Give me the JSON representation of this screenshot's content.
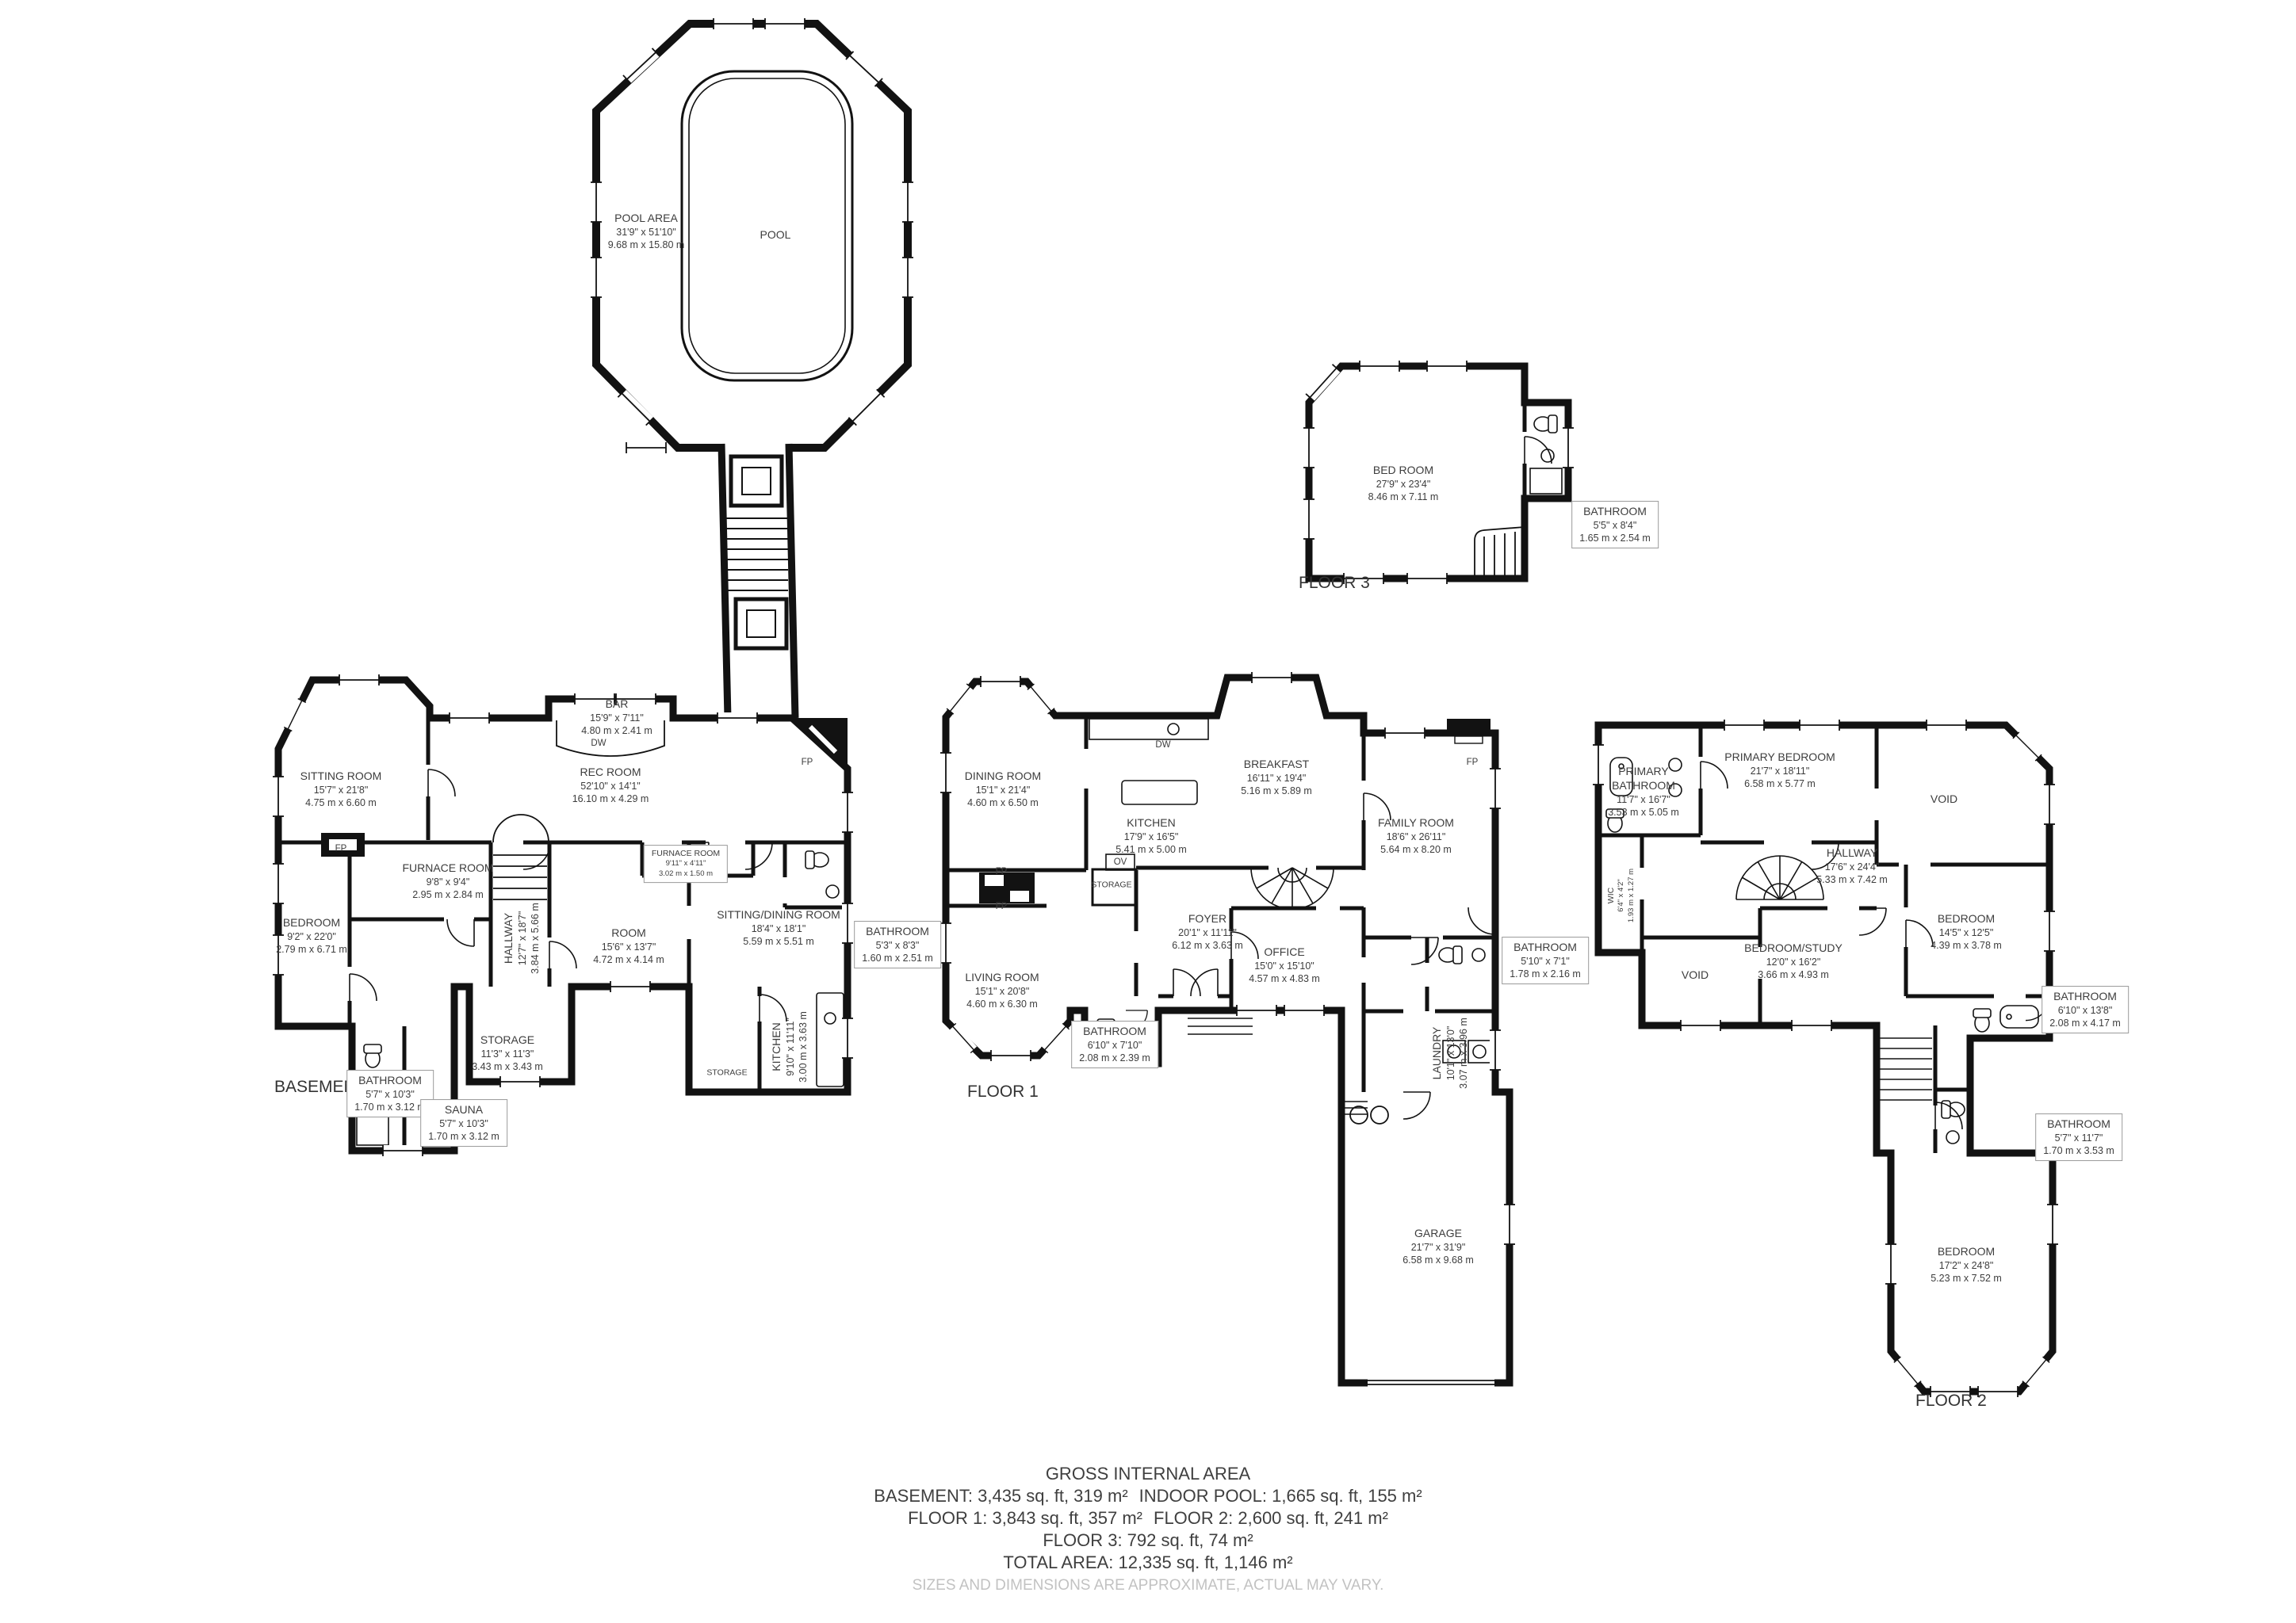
{
  "floors": {
    "pool": {
      "rooms": {
        "pool_area": {
          "name": "POOL AREA",
          "ft": "31'9\" x 51'10\"",
          "m": "9.68 m x 15.80 m"
        },
        "pool": {
          "name": "POOL"
        }
      }
    },
    "basement": {
      "label": "BASEMENT",
      "rooms": {
        "sitting_room": {
          "name": "SITTING ROOM",
          "ft": "15'7\" x 21'8\"",
          "m": "4.75 m x 6.60 m"
        },
        "bar": {
          "name": "BAR",
          "ft": "15'9\" x 7'11\"",
          "m": "4.80 m x 2.41 m"
        },
        "rec_room": {
          "name": "REC ROOM",
          "ft": "52'10\" x 14'1\"",
          "m": "16.10 m x 4.29 m"
        },
        "furnace_room": {
          "name": "FURNACE ROOM",
          "ft": "9'8\" x 9'4\"",
          "m": "2.95 m x 2.84 m"
        },
        "furnace_room_2": {
          "name": "FURNACE ROOM",
          "ft": "9'11\" x 4'11\"",
          "m": "3.02 m x 1.50 m"
        },
        "bedroom": {
          "name": "BEDROOM",
          "ft": "9'2\" x 22'0\"",
          "m": "2.79 m x 6.71 m"
        },
        "hallway": {
          "name": "HALLWAY",
          "ft": "12'7\" x 18'7\"",
          "m": "3.84 m x 5.66 m"
        },
        "room": {
          "name": "ROOM",
          "ft": "15'6\" x 13'7\"",
          "m": "4.72 m x 4.14 m"
        },
        "sitting_dining": {
          "name": "SITTING/DINING ROOM",
          "ft": "18'4\" x 18'1\"",
          "m": "5.59 m x 5.51 m"
        },
        "bathroom_1": {
          "name": "BATHROOM",
          "ft": "5'3\" x 8'3\"",
          "m": "1.60 m x 2.51 m"
        },
        "kitchen": {
          "name": "KITCHEN",
          "ft": "9'10\" x 11'11\"",
          "m": "3.00 m x 3.63 m"
        },
        "storage_1": {
          "name": "STORAGE",
          "ft": "11'3\" x 11'3\"",
          "m": "3.43 m x 3.43 m"
        },
        "storage_2": {
          "name": "STORAGE"
        },
        "bathroom_2": {
          "name": "BATHROOM",
          "ft": "5'7\" x 10'3\"",
          "m": "1.70 m x 3.12 m"
        },
        "sauna": {
          "name": "SAUNA",
          "ft": "5'7\" x 10'3\"",
          "m": "1.70 m x 3.12 m"
        }
      }
    },
    "floor1": {
      "label": "FLOOR 1",
      "rooms": {
        "dining_room": {
          "name": "DINING ROOM",
          "ft": "15'1\" x 21'4\"",
          "m": "4.60 m x 6.50 m"
        },
        "breakfast": {
          "name": "BREAKFAST",
          "ft": "16'11\" x 19'4\"",
          "m": "5.16 m x 5.89 m"
        },
        "kitchen": {
          "name": "KITCHEN",
          "ft": "17'9\" x 16'5\"",
          "m": "5.41 m x 5.00 m"
        },
        "family_room": {
          "name": "FAMILY ROOM",
          "ft": "18'6\" x 26'11\"",
          "m": "5.64 m x 8.20 m"
        },
        "storage": {
          "name": "STORAGE"
        },
        "foyer": {
          "name": "FOYER",
          "ft": "20'1\" x 11'11\"",
          "m": "6.12 m x 3.63 m"
        },
        "living_room": {
          "name": "LIVING ROOM",
          "ft": "15'1\" x 20'8\"",
          "m": "4.60 m x 6.30 m"
        },
        "office": {
          "name": "OFFICE",
          "ft": "15'0\" x 15'10\"",
          "m": "4.57 m x 4.83 m"
        },
        "bathroom_1": {
          "name": "BATHROOM",
          "ft": "6'10\" x 7'10\"",
          "m": "2.08 m x 2.39 m"
        },
        "bathroom_2": {
          "name": "BATHROOM",
          "ft": "5'10\" x 7'1\"",
          "m": "1.78 m x 2.16 m"
        },
        "laundry": {
          "name": "LAUNDRY",
          "ft": "10'1\" x 13'0\"",
          "m": "3.07 m x 3.96 m"
        },
        "garage": {
          "name": "GARAGE",
          "ft": "21'7\" x 31'9\"",
          "m": "6.58 m x 9.68 m"
        }
      }
    },
    "floor2": {
      "label": "FLOOR 2",
      "rooms": {
        "primary_bathroom": {
          "name": "PRIMARY BATHROOM",
          "ft": "11'7\" x 16'7\"",
          "m": "3.53 m x 5.05 m"
        },
        "primary_bedroom": {
          "name": "PRIMARY BEDROOM",
          "ft": "21'7\" x 18'11\"",
          "m": "6.58 m x 5.77 m"
        },
        "void_1": {
          "name": "VOID"
        },
        "hallway": {
          "name": "HALLWAY",
          "ft": "17'6\" x 24'4\"",
          "m": "5.33 m x 7.42 m"
        },
        "wic": {
          "name": "WIC",
          "ft": "6'4\" x 4'2\"",
          "m": "1.93 m x 1.27 m"
        },
        "void_2": {
          "name": "VOID"
        },
        "bedroom_study": {
          "name": "BEDROOM/STUDY",
          "ft": "12'0\" x 16'2\"",
          "m": "3.66 m x 4.93 m"
        },
        "bedroom_1": {
          "name": "BEDROOM",
          "ft": "14'5\" x 12'5\"",
          "m": "4.39 m x 3.78 m"
        },
        "bathroom_1": {
          "name": "BATHROOM",
          "ft": "6'10\" x 13'8\"",
          "m": "2.08 m x 4.17 m"
        },
        "bathroom_2": {
          "name": "BATHROOM",
          "ft": "5'7\" x 11'7\"",
          "m": "1.70 m x 3.53 m"
        },
        "bedroom_2": {
          "name": "BEDROOM",
          "ft": "17'2\" x 24'8\"",
          "m": "5.23 m x 7.52 m"
        }
      }
    },
    "floor3": {
      "label": "FLOOR 3",
      "rooms": {
        "bedroom": {
          "name": "BED ROOM",
          "ft": "27'9\" x 23'4\"",
          "m": "8.46 m x 7.11 m"
        },
        "bathroom": {
          "name": "BATHROOM",
          "ft": "5'5\" x 8'4\"",
          "m": "1.65 m x 2.54 m"
        }
      }
    }
  },
  "annotations": {
    "fp": "FP",
    "dw": "DW",
    "ov": "OV"
  },
  "footer": {
    "heading": "GROSS INTERNAL AREA",
    "basement": "BASEMENT: 3,435 sq. ft, 319 m²",
    "indoor_pool": "INDOOR POOL: 1,665 sq. ft, 155 m²",
    "floor1": "FLOOR 1: 3,843 sq. ft, 357 m²",
    "floor2": "FLOOR 2: 2,600 sq. ft, 241 m²",
    "floor3": "FLOOR 3: 792 sq. ft, 74 m²",
    "total": "TOTAL AREA: 12,335 sq. ft, 1,146 m²",
    "disclaimer": "SIZES AND DIMENSIONS ARE APPROXIMATE, ACTUAL MAY VARY."
  }
}
